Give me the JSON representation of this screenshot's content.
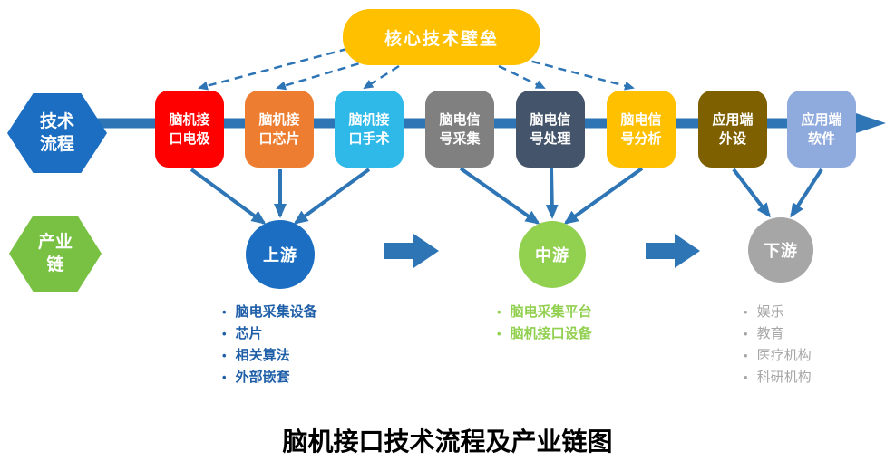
{
  "top_box": {
    "label": "核心技术壁垒",
    "bg": "#FFC000"
  },
  "hexagons": {
    "tech": {
      "label": "技术\n流程",
      "bg": "#1B6EC2"
    },
    "chain": {
      "label": "产业\n链",
      "bg": "#79C143"
    }
  },
  "flow_boxes": [
    {
      "label": "脑机接\n口电极",
      "bg": "#FE0000"
    },
    {
      "label": "脑机接\n口芯片",
      "bg": "#ED7D31"
    },
    {
      "label": "脑机接\n口手术",
      "bg": "#2FB9E9"
    },
    {
      "label": "脑电信\n号采集",
      "bg": "#808080"
    },
    {
      "label": "脑电信\n号处理",
      "bg": "#44546A"
    },
    {
      "label": "脑电信\n号分析",
      "bg": "#FFC000"
    },
    {
      "label": "应用端\n外设",
      "bg": "#7F6000"
    },
    {
      "label": "应用端\n软件",
      "bg": "#8FAADC"
    }
  ],
  "circles": [
    {
      "label": "上游",
      "bg": "#1B6EC2"
    },
    {
      "label": "中游",
      "bg": "#92D050"
    },
    {
      "label": "下游",
      "bg": "#A6A6A6"
    }
  ],
  "lists": {
    "upstream": {
      "color": "#1F5FA8",
      "items": [
        "脑电采集设备",
        "芯片",
        "相关算法",
        "外部嵌套"
      ]
    },
    "midstream": {
      "color": "#92D050",
      "items": [
        "脑电采集平台",
        "脑机接口设备"
      ]
    },
    "downstream": {
      "color": "#A6A6A6",
      "items": [
        "娱乐",
        "教育",
        "医疗机构",
        "科研机构"
      ]
    }
  },
  "arrow_color": "#2E75B6",
  "caption": "脑机接口技术流程及产业链图"
}
